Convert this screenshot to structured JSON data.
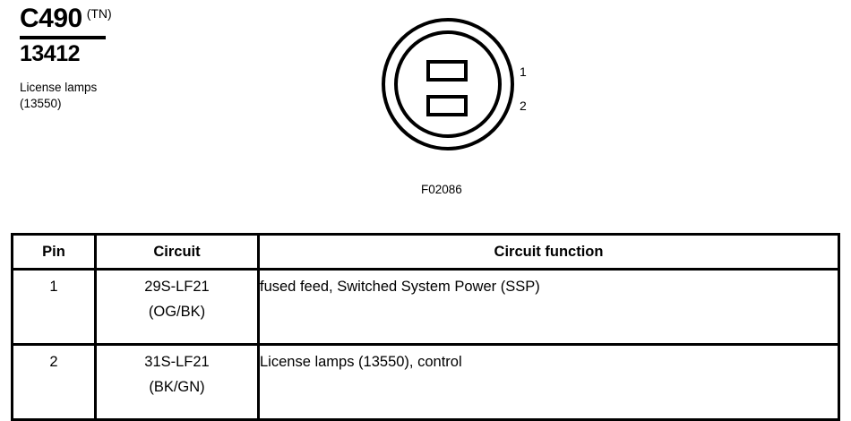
{
  "header": {
    "connector_id": "C490",
    "connector_suffix": "(TN)",
    "part_number": "13412",
    "component_name": "License lamps",
    "component_number": "(13550)"
  },
  "diagram": {
    "caption": "F02086",
    "pin_callouts": [
      "1",
      "2"
    ],
    "slot_count": 2,
    "outline_color": "#000000"
  },
  "table": {
    "headers": [
      "Pin",
      "Circuit",
      "Circuit function"
    ],
    "rows": [
      {
        "pin": "1",
        "circuit_code": "29S-LF21",
        "circuit_color": "(OG/BK)",
        "function": "fused feed, Switched System Power (SSP)"
      },
      {
        "pin": "2",
        "circuit_code": "31S-LF21",
        "circuit_color": "(BK/GN)",
        "function": "License lamps (13550), control"
      }
    ]
  }
}
